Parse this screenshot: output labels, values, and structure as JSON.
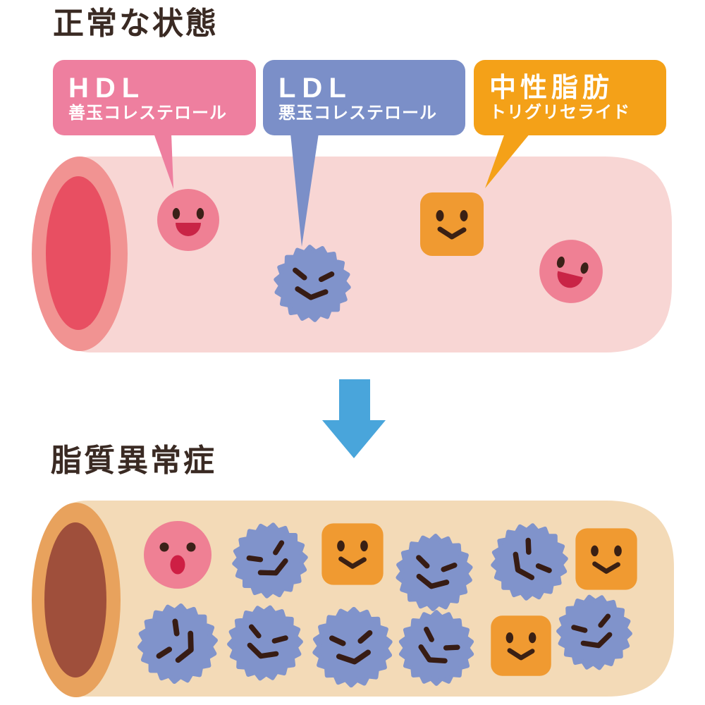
{
  "sections": {
    "normal": {
      "title": "正常な状態"
    },
    "abnormal": {
      "title": "脂質異常症"
    }
  },
  "legend": {
    "hdl": {
      "abbr": "HDL",
      "name": "善玉コレステロール",
      "color": "#ee7f9f"
    },
    "ldl": {
      "abbr": "LDL",
      "name": "悪玉コレステロール",
      "color": "#7b8fc8"
    },
    "tg": {
      "abbr": "中性脂肪",
      "name": "トリグリセライド",
      "color": "#f4a118"
    }
  },
  "particles": {
    "hdl": {
      "color": "#ef8094",
      "mouth": "#c92446"
    },
    "ldl": {
      "color": "#8093cb",
      "face": "#371c14"
    },
    "tg": {
      "color": "#f09a31",
      "face": "#3a2014"
    }
  },
  "counts": {
    "normal": {
      "hdl": 2,
      "ldl": 1,
      "tg": 1
    },
    "abnormal": {
      "hdl": 1,
      "ldl": 8,
      "tg": 3
    }
  },
  "colors": {
    "title_text": "#3a2a23",
    "arrow": "#49a5db",
    "vessel_normal_body": "#f8d6d4",
    "vessel_normal_ring": "#f19392",
    "vessel_normal_lumen": "#e84f62",
    "vessel_abnormal_body": "#f3dab7",
    "vessel_abnormal_ring": "#e8a25d",
    "vessel_abnormal_lumen": "#9f4f3b"
  }
}
